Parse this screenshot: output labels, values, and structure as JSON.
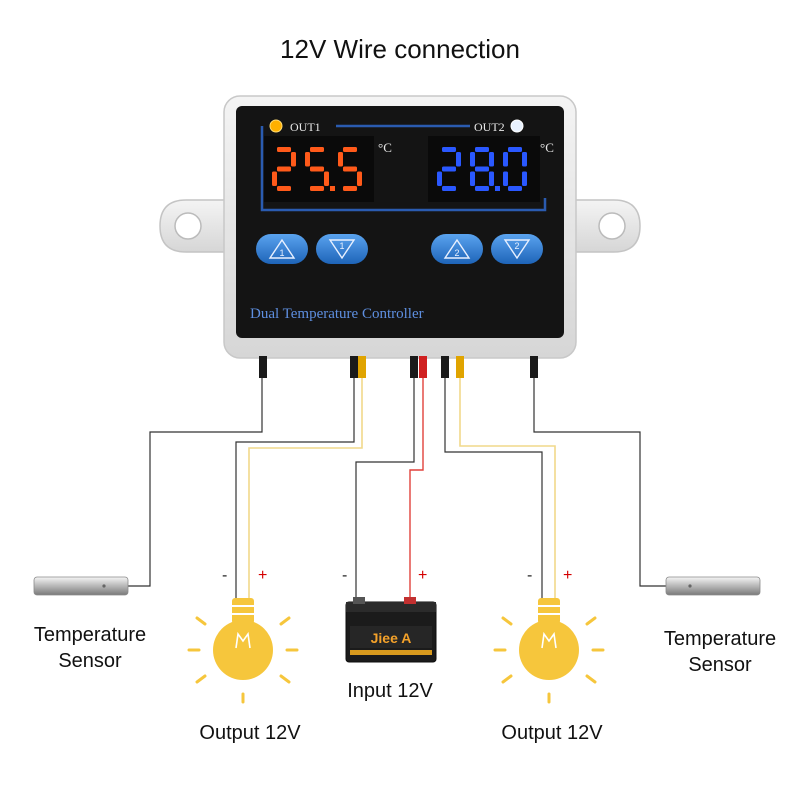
{
  "title": "12V Wire connection",
  "controller": {
    "name": "Dual Temperature Controller",
    "out1_label": "OUT1",
    "out2_label": "OUT2",
    "display1_value": "25.5",
    "display2_value": "28.0",
    "unit": "°C",
    "buttons": [
      {
        "id": "out1-up",
        "glyph": "1",
        "color": "#2f7fd6"
      },
      {
        "id": "out1-down",
        "glyph": "1",
        "color": "#2f7fd6"
      },
      {
        "id": "out2-up",
        "glyph": "2",
        "color": "#2f7fd6"
      },
      {
        "id": "out2-down",
        "glyph": "2",
        "color": "#2f7fd6"
      }
    ],
    "display1_color": "#ff5a1a",
    "display2_color": "#2a58ff"
  },
  "labels": {
    "sensor_left_1": "Temperature",
    "sensor_left_2": "Sensor",
    "sensor_right_1": "Temperature",
    "sensor_right_2": "Sensor",
    "output_left": "Output 12V",
    "input": "Input 12V",
    "output_right": "Output 12V",
    "minus": "-",
    "plus": "+",
    "battery_brand": "Jiee A"
  },
  "colors": {
    "wire_black": "#333333",
    "wire_yellow": "#f1d98a",
    "wire_red": "#e0413b",
    "bulb": "#f6c63c"
  }
}
